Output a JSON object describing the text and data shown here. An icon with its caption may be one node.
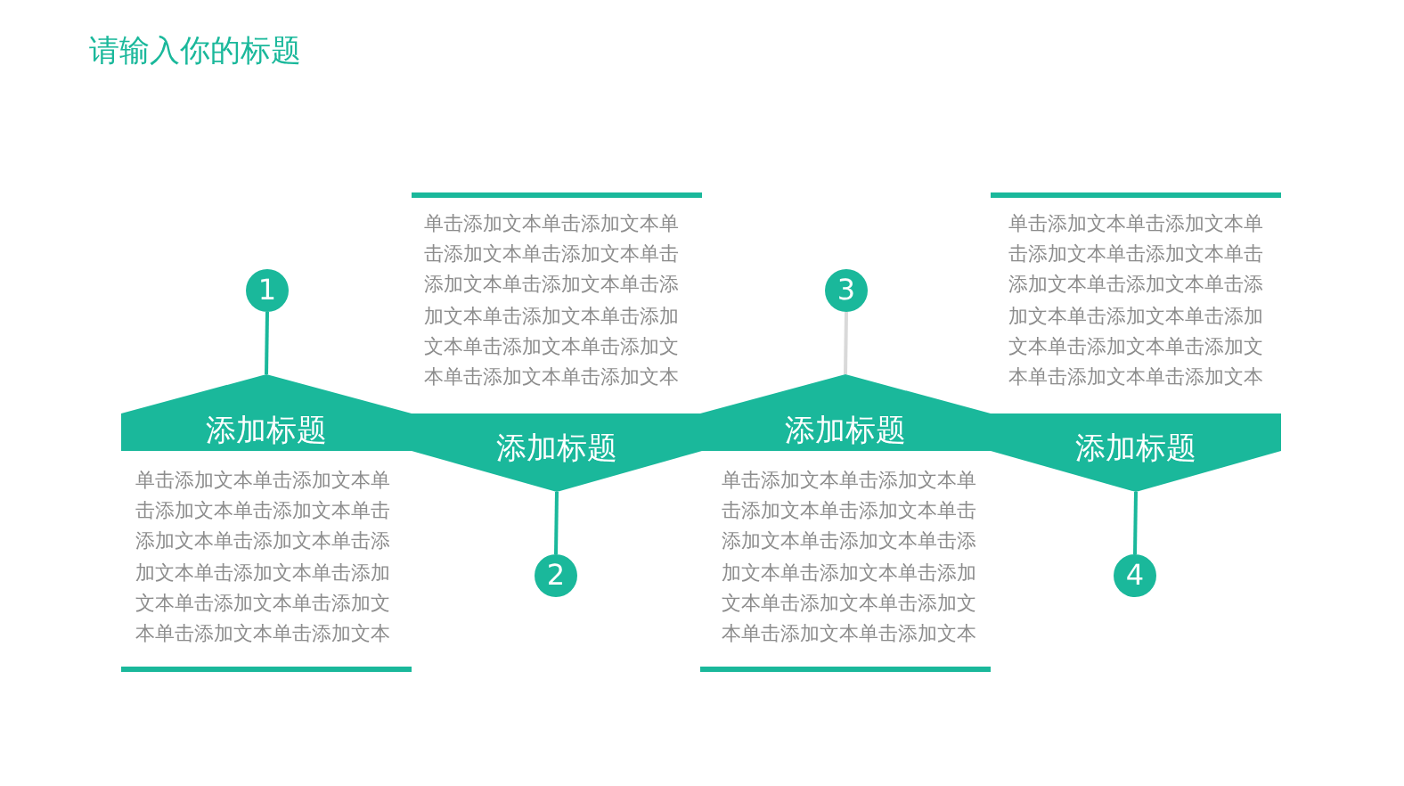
{
  "diagram": {
    "title": "请输入你的标题",
    "nodes": [
      {
        "text": [
          "添加标题"
        ]
      },
      {
        "text": [
          "添加标题"
        ]
      },
      {
        "text": [
          "添加标题"
        ]
      },
      {
        "text": [
          "添加标题"
        ]
      },
      {
        "text": [
          "1"
        ]
      },
      {
        "text": [
          "2"
        ]
      },
      {
        "text": [
          "3"
        ]
      },
      {
        "text": [
          "4"
        ]
      }
    ],
    "edges": [
      {
        "from": 4,
        "to": 0,
        "arrow": "none"
      },
      {
        "from": 5,
        "to": 1,
        "arrow": "none"
      },
      {
        "from": 6,
        "to": 2,
        "arrow": "none",
        "color": "#d9d9d9"
      },
      {
        "from": 7,
        "to": 3,
        "arrow": "none"
      }
    ],
    "labels": [
      "单击添加文本单击添加文本单击添加文本单击添加文本单击添加文本单击添加文本单击添加文本单击添加文本单击添加文本单击添加文本单击添加文本单击添加文本单击添加文本",
      "单击添加文本单击添加文本单击添加文本单击添加文本单击添加文本单击添加文本单击添加文本单击添加文本单击添加文本单击添加文本单击添加文本单击添加文本单击添加文本",
      "单击添加文本单击添加文本单击添加文本单击添加文本单击添加文本单击添加文本单击添加文本单击添加文本单击添加文本单击添加文本单击添加文本单击添加文本单击添加文本",
      "单击添加文本单击添加文本单击添加文本单击添加文本单击添加文本单击添加文本单击添加文本单击添加文本单击添加文本单击添加文本单击添加文本单击添加文本单击添加文本"
    ]
  }
}
